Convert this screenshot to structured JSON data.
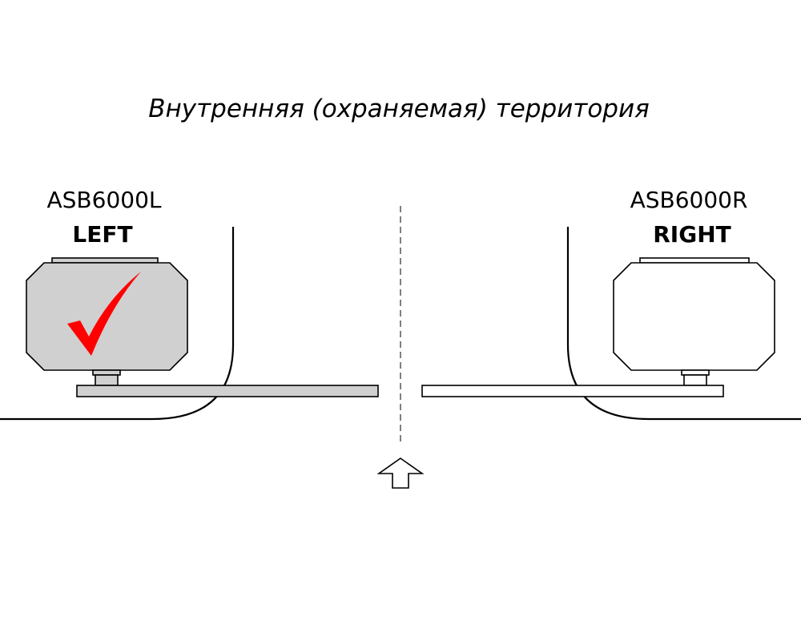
{
  "title": "Внутренняя (охраняемая) территория",
  "left_unit": {
    "model": "ASB6000L",
    "side": "LEFT",
    "selected": true,
    "fill_color": "#d0d0d0"
  },
  "right_unit": {
    "model": "ASB6000R",
    "side": "RIGHT",
    "selected": false,
    "fill_color": "#ffffff"
  },
  "colors": {
    "checkmark": "#ff0000",
    "outline": "#000000",
    "background": "#ffffff"
  },
  "icons": {
    "checkmark": "checkmark-icon",
    "direction": "up-arrow-icon"
  }
}
